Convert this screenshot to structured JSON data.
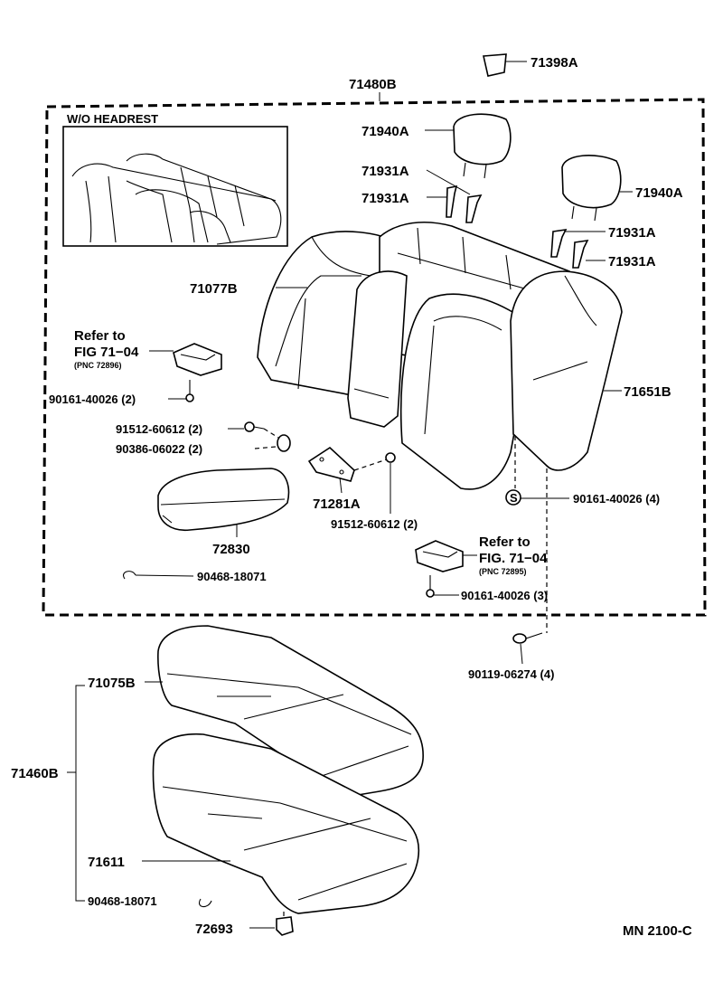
{
  "labels": {
    "p71398A": "71398A",
    "p71480B": "71480B",
    "wo_headrest": "W/O HEADREST",
    "p71940A_left": "71940A",
    "p71931A_1": "71931A",
    "p71931A_2": "71931A",
    "p71940A_right": "71940A",
    "p71931A_3": "71931A",
    "p71931A_4": "71931A",
    "p71077B": "71077B",
    "refer_to_1": "Refer to",
    "fig_71_04_1": "FIG 71−04",
    "pnc_72896": "(PNC 72896)",
    "p90161_40026_2": "90161-40026 (2)",
    "p91512_60612_2a": "91512-60612 (2)",
    "p90386_06022_2": "90386-06022 (2)",
    "p71651B": "71651B",
    "p71281A": "71281A",
    "p91512_60612_2b": "91512-60612 (2)",
    "p90161_40026_4": "90161-40026 (4)",
    "s_mark": "S",
    "p72830": "72830",
    "refer_to_2": "Refer to",
    "fig_71_04_2": "FIG. 71−04",
    "pnc_72895": "(PNC 72895)",
    "p90468_18071_a": "90468-18071",
    "p90161_40026_3": "90161-40026 (3)",
    "p90119_06274_4": "90119-06274 (4)",
    "p71075B": "71075B",
    "p71460B": "71460B",
    "p71611": "71611",
    "p90468_18071_b": "90468-18071",
    "p72693": "72693",
    "drawing_code": "MN 2100-C"
  }
}
